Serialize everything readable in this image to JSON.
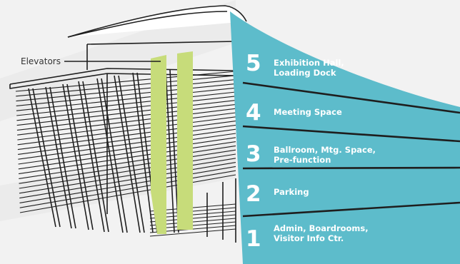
{
  "callout": {
    "label": "Elevators"
  },
  "floors": [
    {
      "number": "5",
      "lines": [
        "Exhibition Hall,",
        "Loading Dock"
      ]
    },
    {
      "number": "4",
      "lines": [
        "Meeting Space"
      ]
    },
    {
      "number": "3",
      "lines": [
        "Ballroom, Mtg. Space,",
        "Pre-function"
      ]
    },
    {
      "number": "2",
      "lines": [
        "Parking"
      ]
    },
    {
      "number": "1",
      "lines": [
        "Admin, Boardrooms,",
        "Visitor Info Ctr."
      ]
    }
  ],
  "colors": {
    "panel": "#5dbccb",
    "elevator": "#c7dc7a",
    "line": "#1e1e1e",
    "background": "#f2f2f2"
  }
}
